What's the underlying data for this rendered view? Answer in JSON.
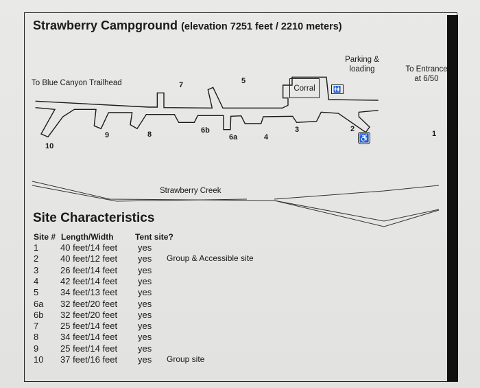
{
  "title": "Strawberry Campground",
  "subtitle": "(elevation 7251 feet / 2210 meters)",
  "map": {
    "labels": {
      "blue_canyon": "To Blue Canyon Trailhead",
      "parking": "Parking & loading",
      "entrance": "To Entrance at 6/50",
      "corral": "Corral",
      "creek": "Strawberry Creek"
    },
    "icons": {
      "restroom": "restroom-icon",
      "accessible": "wheelchair-icon"
    },
    "sites": [
      "1",
      "2",
      "3",
      "4",
      "5",
      "6a",
      "6b",
      "7",
      "8",
      "9",
      "10"
    ]
  },
  "table": {
    "heading": "Site Characteristics",
    "columns": [
      "Site #",
      "Length/Width",
      "Tent site?"
    ],
    "rows": [
      {
        "site": "1",
        "size": "40 feet/14 feet",
        "tent": "yes",
        "note": ""
      },
      {
        "site": "2",
        "size": "40 feet/12 feet",
        "tent": "yes",
        "note": "Group & Accessible site"
      },
      {
        "site": "3",
        "size": "26 feet/14 feet",
        "tent": "yes",
        "note": ""
      },
      {
        "site": "4",
        "size": "42 feet/14 feet",
        "tent": "yes",
        "note": ""
      },
      {
        "site": "5",
        "size": "34 feet/13 feet",
        "tent": "yes",
        "note": ""
      },
      {
        "site": "6a",
        "size": "32 feet/20 feet",
        "tent": "yes",
        "note": ""
      },
      {
        "site": "6b",
        "size": "32 feet/20 feet",
        "tent": "yes",
        "note": ""
      },
      {
        "site": "7",
        "size": "25 feet/14 feet",
        "tent": "yes",
        "note": ""
      },
      {
        "site": "8",
        "size": "34 feet/14 feet",
        "tent": "yes",
        "note": ""
      },
      {
        "site": "9",
        "size": "25 feet/14 feet",
        "tent": "yes",
        "note": ""
      },
      {
        "site": "10",
        "size": "37 feet/16 feet",
        "tent": "yes",
        "note": "Group site"
      }
    ]
  }
}
